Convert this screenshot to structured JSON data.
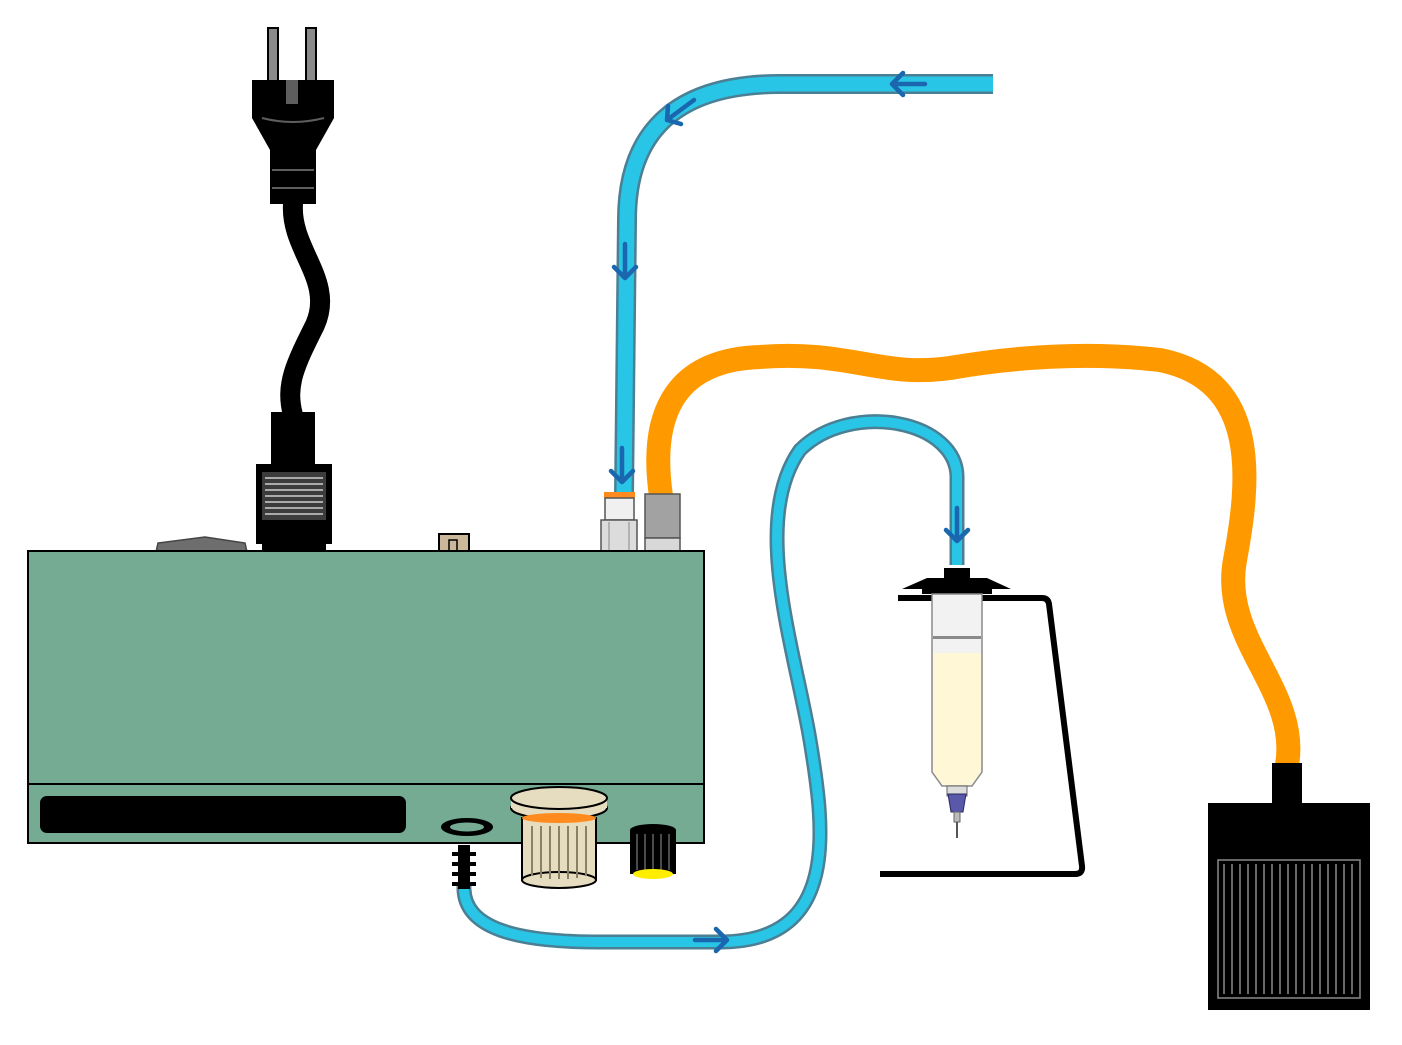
{
  "diagram": {
    "components": [
      {
        "id": "power-plug",
        "icon": "power-plug-icon"
      },
      {
        "id": "dispenser-controller",
        "icon": "controller-box-icon"
      },
      {
        "id": "syringe",
        "icon": "syringe-icon"
      },
      {
        "id": "syringe-stand",
        "icon": "stand-icon"
      },
      {
        "id": "foot-pedal",
        "icon": "foot-pedal-icon"
      }
    ],
    "connections": [
      {
        "id": "air-supply-hose",
        "from": "external-air-supply",
        "to": "dispenser-controller",
        "direction": "inbound"
      },
      {
        "id": "air-output-hose",
        "from": "dispenser-controller",
        "to": "syringe",
        "direction": "outbound"
      },
      {
        "id": "pedal-cable",
        "from": "foot-pedal",
        "to": "dispenser-controller"
      },
      {
        "id": "power-cable",
        "from": "power-plug",
        "to": "dispenser-controller"
      }
    ],
    "colors": {
      "air_hose": "#29c5e6",
      "air_hose_edge": "#4a7f94",
      "flow_arrow": "#1a67b0",
      "pedal_cable": "#ff9900",
      "controller_body": "#75aa93",
      "power_cable": "#000000",
      "syringe_fluid": "#fff7d6",
      "needle_hub": "#5a58a8",
      "regulator_knob": "#e6dcbf",
      "knob_indicator": "#ffee00",
      "fitting_ring": "#ff8a1e"
    }
  }
}
